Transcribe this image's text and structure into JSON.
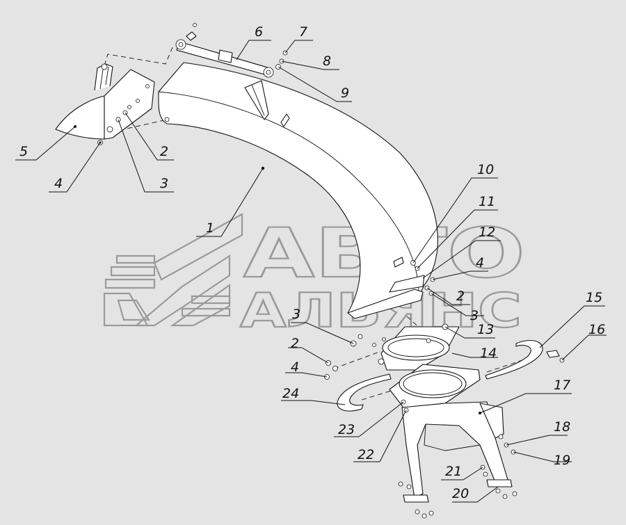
{
  "watermark": {
    "line1": "АВТО",
    "line2": "АЛЬЯНС"
  },
  "callouts": [
    {
      "id": "c1",
      "label": "1"
    },
    {
      "id": "c2a",
      "label": "2"
    },
    {
      "id": "c3a",
      "label": "3"
    },
    {
      "id": "c4a",
      "label": "4"
    },
    {
      "id": "c5",
      "label": "5"
    },
    {
      "id": "c6",
      "label": "6"
    },
    {
      "id": "c7",
      "label": "7"
    },
    {
      "id": "c8",
      "label": "8"
    },
    {
      "id": "c9",
      "label": "9"
    },
    {
      "id": "c10",
      "label": "10"
    },
    {
      "id": "c11",
      "label": "11"
    },
    {
      "id": "c12",
      "label": "12"
    },
    {
      "id": "c4b",
      "label": "4"
    },
    {
      "id": "c2b",
      "label": "2"
    },
    {
      "id": "c3b",
      "label": "3"
    },
    {
      "id": "c13",
      "label": "13"
    },
    {
      "id": "c14",
      "label": "14"
    },
    {
      "id": "c15",
      "label": "15"
    },
    {
      "id": "c16",
      "label": "16"
    },
    {
      "id": "c17",
      "label": "17"
    },
    {
      "id": "c18",
      "label": "18"
    },
    {
      "id": "c19",
      "label": "19"
    },
    {
      "id": "c20",
      "label": "20"
    },
    {
      "id": "c21",
      "label": "21"
    },
    {
      "id": "c22",
      "label": "22"
    },
    {
      "id": "c23",
      "label": "23"
    },
    {
      "id": "c24",
      "label": "24"
    },
    {
      "id": "c3c",
      "label": "3"
    },
    {
      "id": "c2c",
      "label": "2"
    },
    {
      "id": "c4c",
      "label": "4"
    }
  ]
}
